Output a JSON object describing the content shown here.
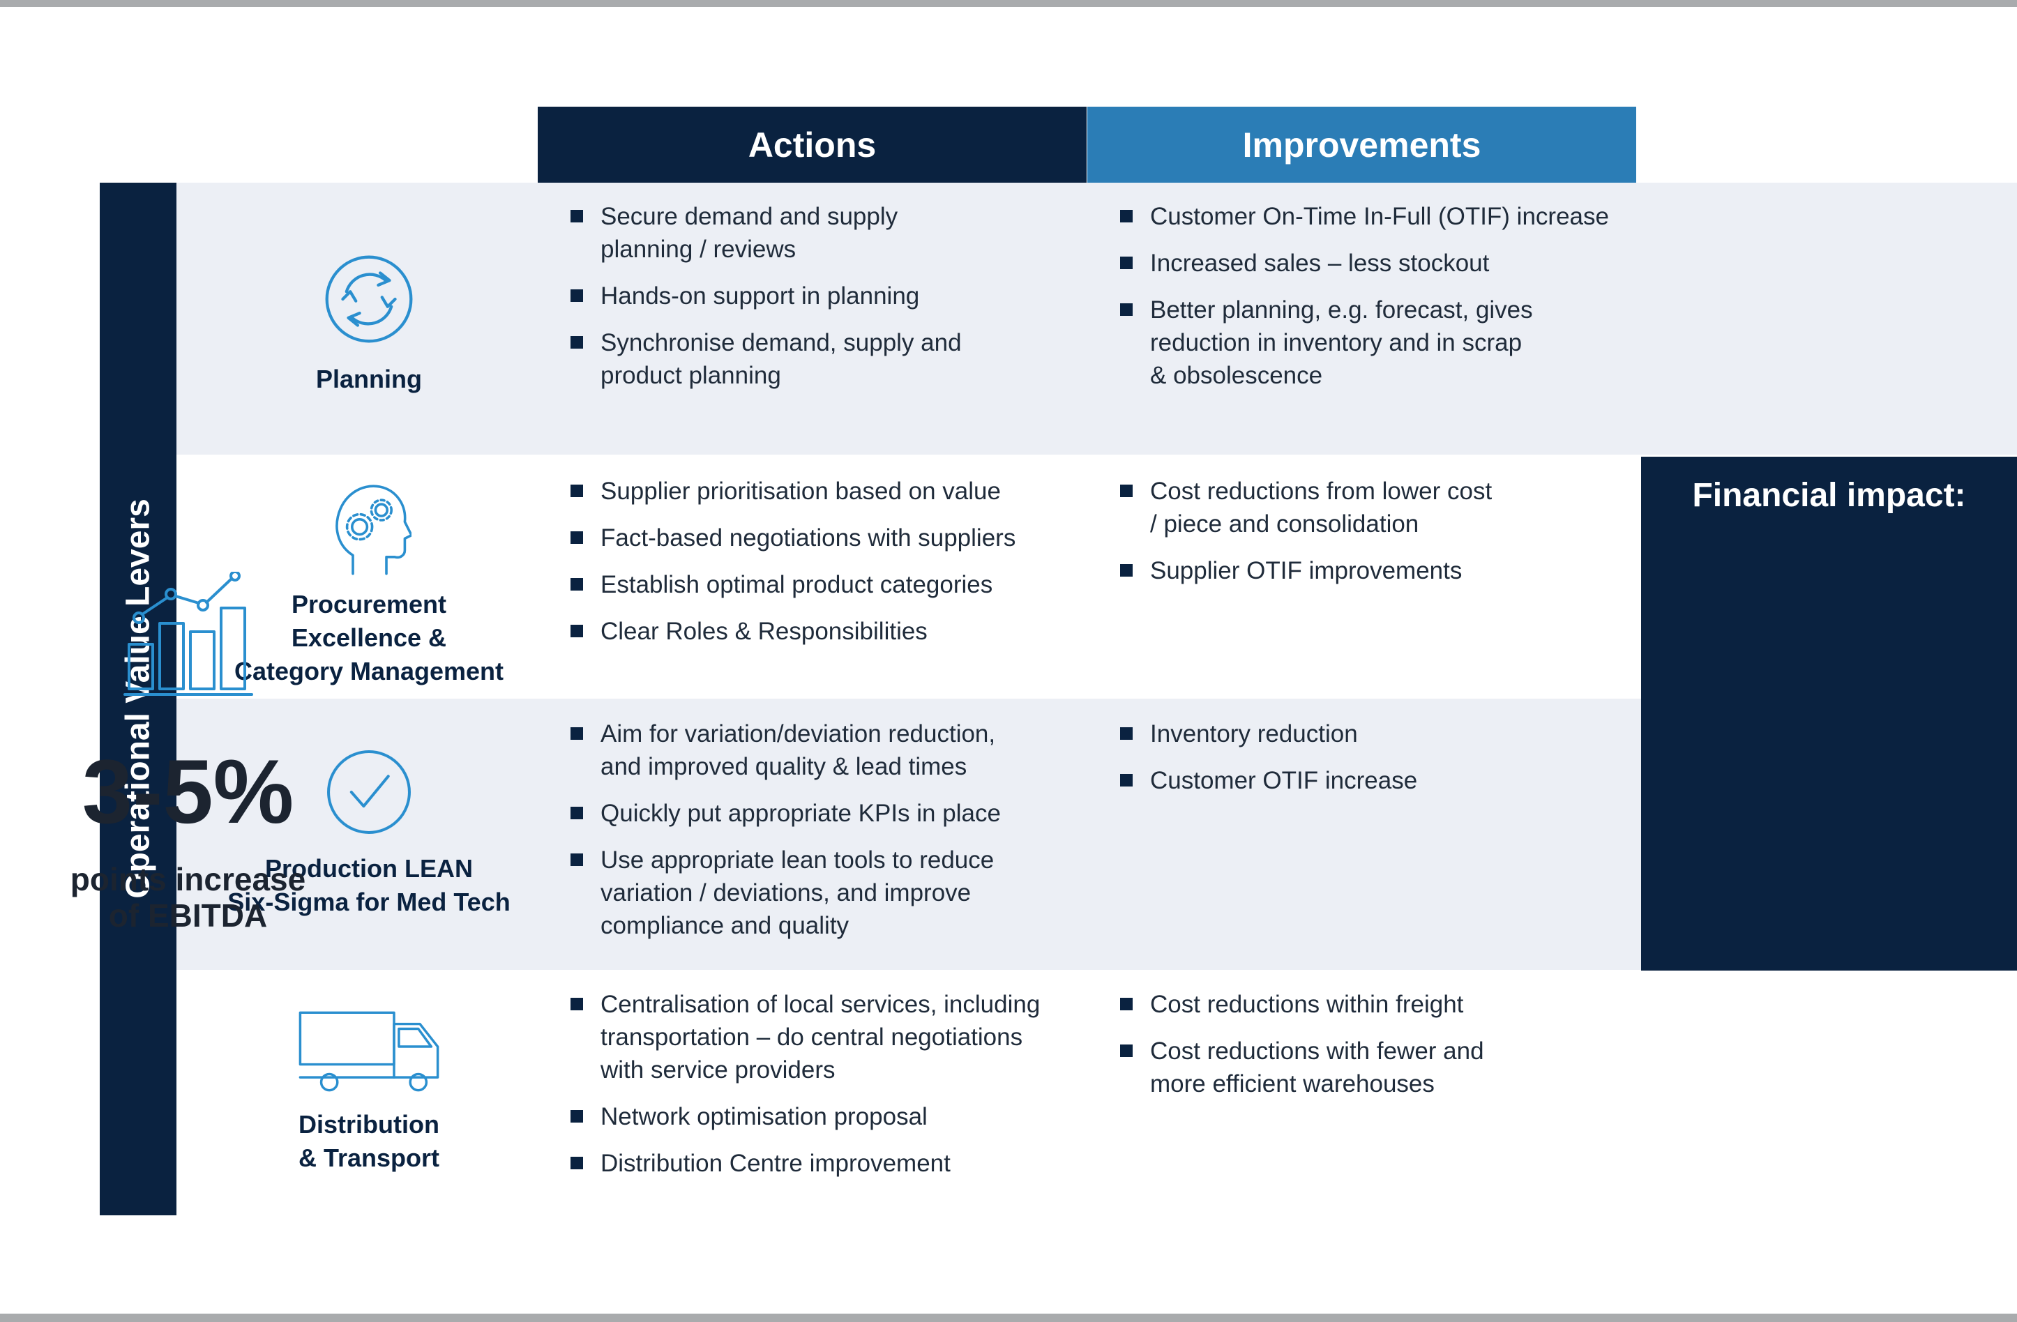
{
  "header": {
    "actions": "Actions",
    "improvements": "Improvements"
  },
  "side_label": "Operational Value Levers",
  "levers": [
    {
      "name": "Planning",
      "icon": "cycle-arrows-icon",
      "actions": [
        "Secure demand and supply\nplanning / reviews",
        "Hands-on support in planning",
        "Synchronise demand, supply and\nproduct planning"
      ],
      "improvements": [
        "Customer On-Time In-Full (OTIF) increase",
        "Increased sales – less stockout",
        "Better planning, e.g. forecast, gives\nreduction in inventory and in scrap\n& obsolescence"
      ]
    },
    {
      "name": "Procurement\nExcellence &\nCategory Management",
      "icon": "head-gears-icon",
      "actions": [
        "Supplier prioritisation based on value",
        "Fact-based negotiations with suppliers",
        "Establish optimal product categories",
        "Clear Roles & Responsibilities"
      ],
      "improvements": [
        "Cost reductions from lower cost\n/ piece and consolidation",
        "Supplier OTIF improvements"
      ]
    },
    {
      "name": "Production LEAN\nSix-Sigma for Med Tech",
      "icon": "checkmark-circle-icon",
      "actions": [
        "Aim for variation/deviation reduction,\nand improved quality & lead times",
        "Quickly put appropriate KPIs in place",
        "Use appropriate lean tools to reduce\nvariation / deviations, and improve\ncompliance and quality"
      ],
      "improvements": [
        "Inventory reduction",
        "Customer OTIF increase"
      ]
    },
    {
      "name": "Distribution\n& Transport",
      "icon": "truck-icon",
      "actions": [
        "Centralisation of local services, including\ntransportation – do central negotiations\nwith service providers",
        "Network optimisation proposal",
        "Distribution Centre improvement"
      ],
      "improvements": [
        "Cost reductions within freight",
        "Cost reductions with fewer and\nmore efficient warehouses"
      ]
    }
  ],
  "financial": {
    "title": "Financial impact:",
    "icon": "bar-chart-trend-icon",
    "value": "3-5%",
    "subtitle": "points increase\nof EBITDA"
  },
  "colors": {
    "navy": "#0a2240",
    "blue": "#2b7db6",
    "icon_blue": "#2a8fcf",
    "band": "#eceff5"
  }
}
